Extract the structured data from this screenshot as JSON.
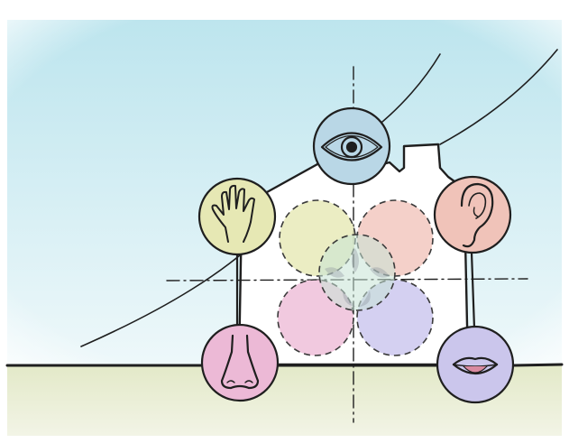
{
  "diagram": {
    "senses": [
      {
        "key": "sight",
        "icon": "eye-icon",
        "color": "#b9d7e6"
      },
      {
        "key": "touch",
        "icon": "hand-icon",
        "color": "#e6e8b4"
      },
      {
        "key": "hearing",
        "icon": "ear-icon",
        "color": "#f0c3b9"
      },
      {
        "key": "smell",
        "icon": "nose-icon",
        "color": "#ecb9d6"
      },
      {
        "key": "taste",
        "icon": "mouth-icon",
        "color": "#cbc6ec"
      }
    ],
    "overlap_circles": [
      {
        "name": "overlap-circle-touch",
        "color": "#e7eab8"
      },
      {
        "name": "overlap-circle-hearing",
        "color": "#f2c8c0"
      },
      {
        "name": "overlap-circle-center",
        "color": "#c7e3d6"
      },
      {
        "name": "overlap-circle-smell",
        "color": "#eebfd9"
      },
      {
        "name": "overlap-circle-taste",
        "color": "#cdc8ef"
      }
    ],
    "colors": {
      "sky_top": "#bde5ee",
      "sky_bottom": "#eef8fa",
      "ground": "#e6ebcf",
      "ink": "#1f1f1f"
    }
  }
}
